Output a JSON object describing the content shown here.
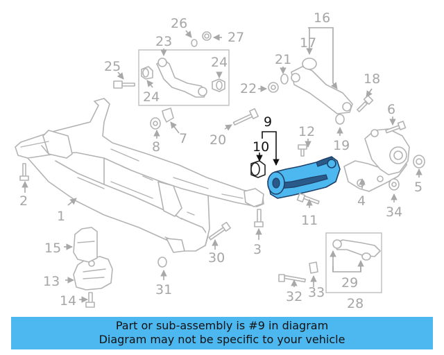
{
  "diagram": {
    "highlighted_part": "9",
    "callouts": [
      "1",
      "2",
      "3",
      "4",
      "5",
      "6",
      "7",
      "8",
      "9",
      "10",
      "11",
      "12",
      "13",
      "14",
      "15",
      "16",
      "17",
      "18",
      "19",
      "20",
      "21",
      "22",
      "23",
      "24",
      "24",
      "25",
      "26",
      "27",
      "28",
      "29",
      "30",
      "31",
      "32",
      "33",
      "34"
    ]
  },
  "banner": {
    "line1": "Part or sub-assembly is #9 in diagram",
    "line2": "Diagram may not be specific to your vehicle"
  },
  "colors": {
    "highlight": "#4db8f0",
    "banner_bg": "#4db8f0",
    "line_art": "#b3b3b3",
    "callout_text": "#a6a6a6"
  }
}
